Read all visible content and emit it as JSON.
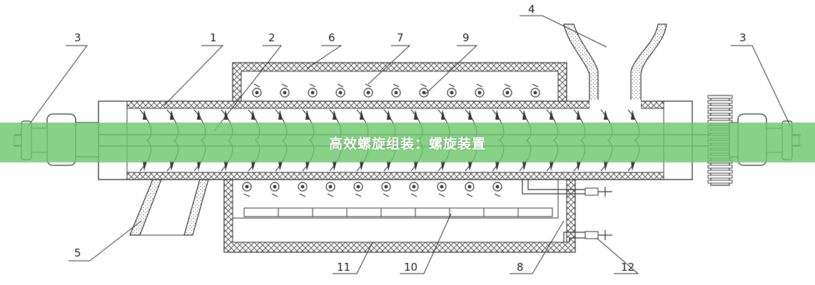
{
  "banner": {
    "title": "高效螺旋组装：螺旋装置"
  },
  "callouts": {
    "c1": "1",
    "c2": "2",
    "c3_left": "3",
    "c3_right": "3",
    "c4": "4",
    "c5": "5",
    "c6": "6",
    "c7": "7",
    "c8": "8",
    "c9": "9",
    "c10": "10",
    "c11": "11",
    "c12": "12"
  },
  "colors": {
    "line": "#333333",
    "banner": "#6ec86e"
  }
}
